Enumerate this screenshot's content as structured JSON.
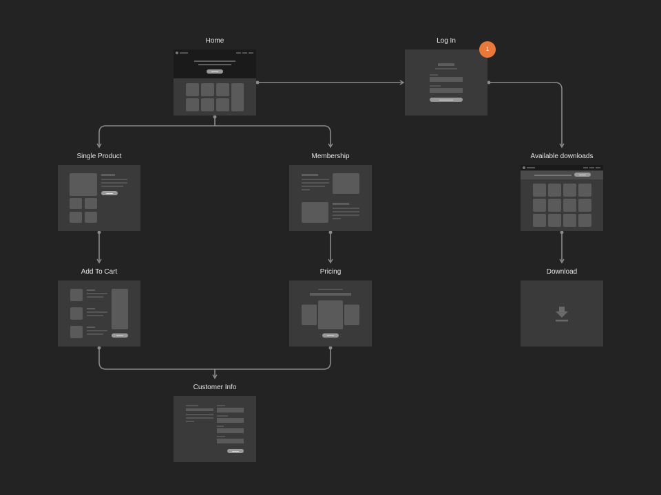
{
  "nodes": {
    "home": "Home",
    "login": "Log In",
    "single_product": "Single Product",
    "membership": "Membership",
    "available_downloads": "Available downloads",
    "add_to_cart": "Add To Cart",
    "pricing": "Pricing",
    "download": "Download",
    "customer_info": "Customer Info"
  },
  "badge": {
    "login_count": "1"
  },
  "colors": {
    "background": "#232323",
    "wireframe": "#3a3a3a",
    "connector": "#8a8a8a",
    "badge": "#e8793a"
  },
  "icons": {
    "download": "download-arrow-icon"
  }
}
